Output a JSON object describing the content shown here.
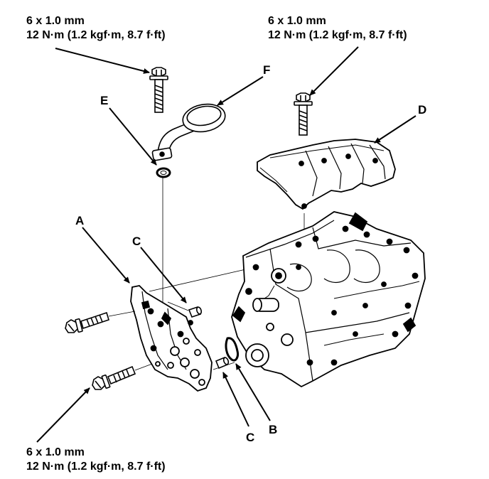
{
  "torque_specs": {
    "top_left": {
      "size": "6 x 1.0 mm",
      "torque": "12 N·m (1.2 kgf·m, 8.7 f·ft)"
    },
    "top_right": {
      "size": "6 x 1.0 mm",
      "torque": "12 N·m (1.2 kgf·m, 8.7 f·ft)"
    },
    "bottom_left": {
      "size": "6 x 1.0 mm",
      "torque": "12 N·m (1.2 kgf·m, 8.7 f·ft)"
    }
  },
  "callouts": {
    "a": "A",
    "b": "B",
    "c_upper": "C",
    "c_lower": "C",
    "d": "D",
    "e": "E",
    "f": "F"
  },
  "colors": {
    "ink": "#000000",
    "paper": "#ffffff",
    "shade": "#bdbdbd"
  }
}
